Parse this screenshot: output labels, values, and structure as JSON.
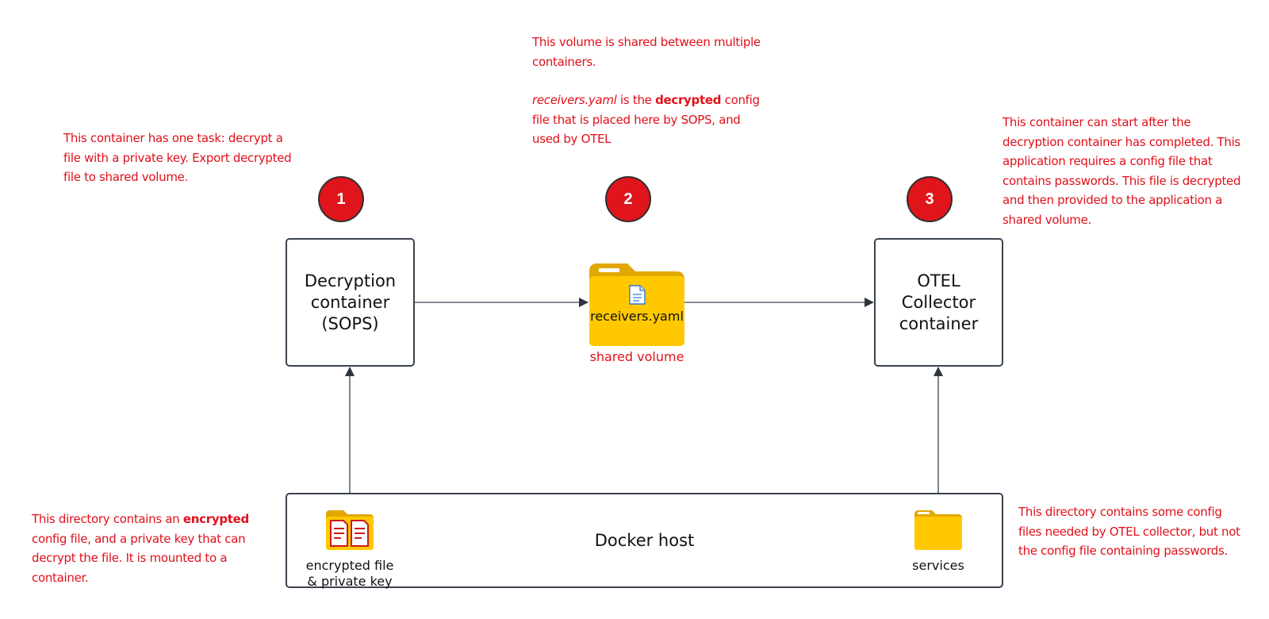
{
  "notes": {
    "volume_1": "This volume is shared between multiple containers.",
    "volume_2_part1": "receivers.yaml",
    "volume_2_part2": " is the ",
    "volume_2_part3": "decrypted",
    "volume_2_part4": " config file that is placed here by SOPS, and used by OTEL",
    "decryption": "This container has one task: decrypt a file with a private key. Export decrypted file to shared volume.",
    "otel": "This container can start after the decryption container has completed. This application requires a config file that contains passwords. This file is decrypted and then provided to the application a shared volume.",
    "encrypted_dir_part1": "This directory contains an ",
    "encrypted_dir_part2": "encrypted",
    "encrypted_dir_part3": " config file, and a private key that can decrypt the file. It is mounted to a container.",
    "services_dir": "This directory contains some config files needed by OTEL collector, but not the config file containing passwords."
  },
  "badges": [
    "1",
    "2",
    "3"
  ],
  "boxes": {
    "decryption": [
      "Decryption",
      "container",
      "(SOPS)"
    ],
    "otel": [
      "OTEL",
      "Collector",
      "container"
    ],
    "docker_host": "Docker host"
  },
  "volume": {
    "file_label": "receivers.yaml",
    "caption": "shared volume"
  },
  "host_folders": {
    "encrypted": [
      "encrypted file",
      "& private key"
    ],
    "services": "services"
  },
  "colors": {
    "annotation": "#e0101a",
    "badge": "#e0141b",
    "folder": "#ffc800",
    "folder_tab": "#e0a800",
    "border": "#3a4350"
  },
  "icons": {
    "volume": "folder-icon",
    "volume_file": "document-icon",
    "encrypted": "folder-with-documents-icon",
    "services": "folder-icon"
  }
}
